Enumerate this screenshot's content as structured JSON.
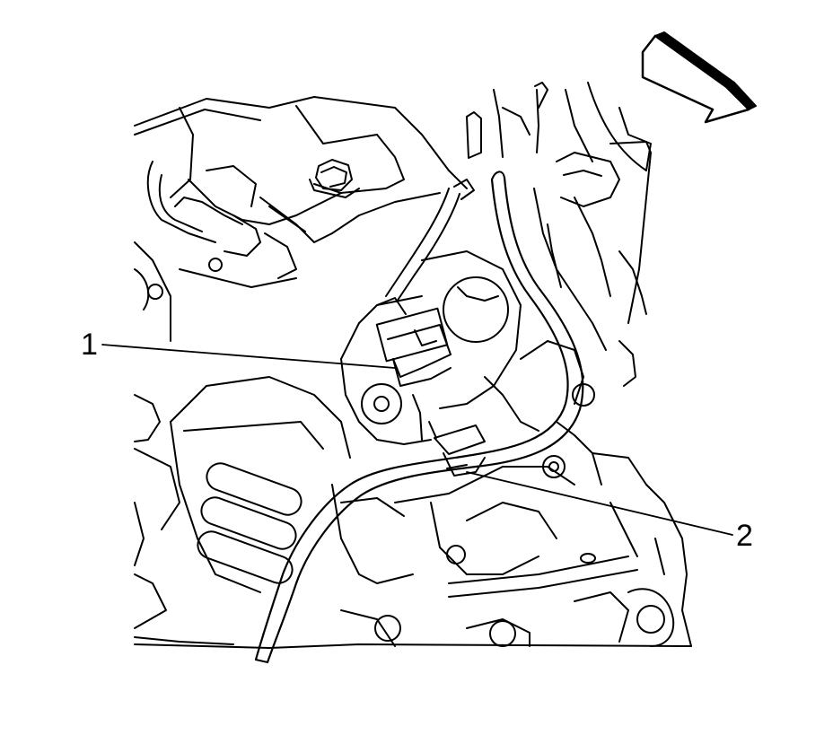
{
  "callouts": [
    {
      "id": "1",
      "text": "1"
    },
    {
      "id": "2",
      "text": "2"
    }
  ],
  "icons": {
    "direction_arrow": "front-direction-arrow-icon"
  },
  "colors": {
    "line": "#000000",
    "background": "#ffffff"
  }
}
